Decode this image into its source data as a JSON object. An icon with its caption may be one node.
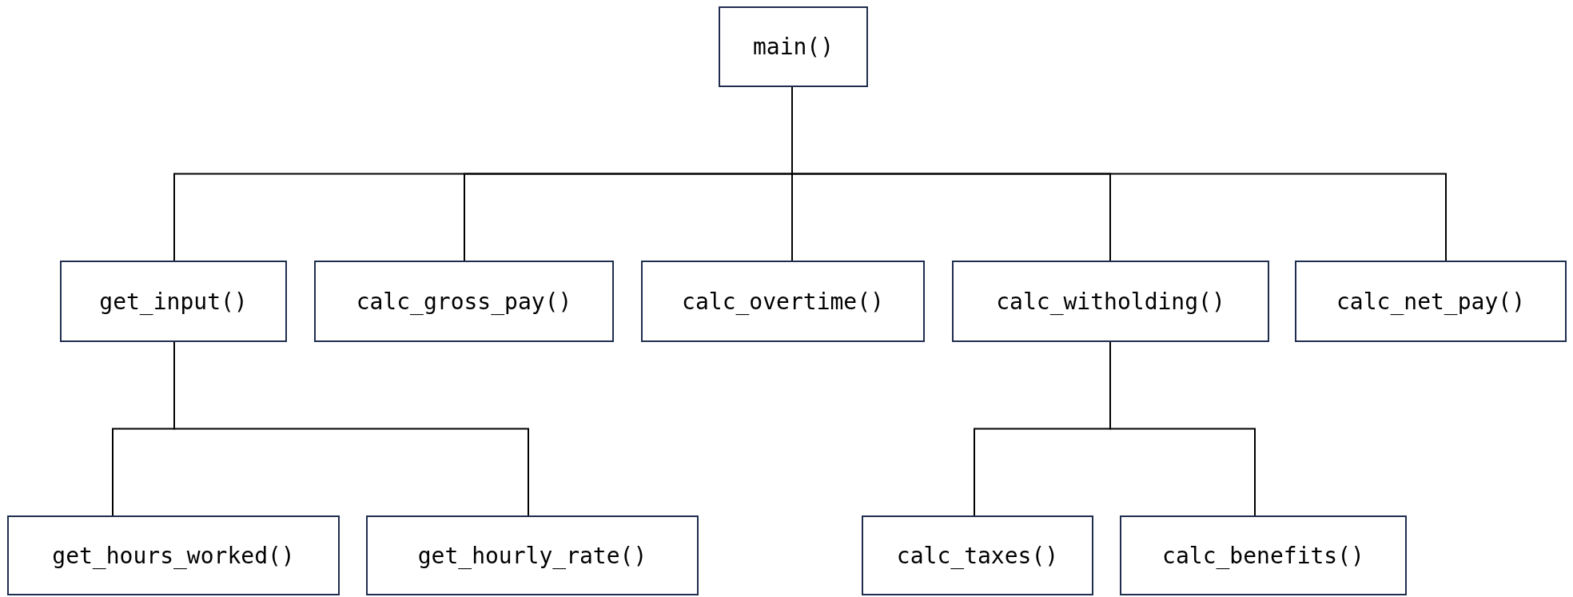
{
  "diagram": {
    "nodes": [
      {
        "text": [
          "main()"
        ]
      },
      {
        "text": [
          "get_input()"
        ]
      },
      {
        "text": [
          "calc_gross_pay()"
        ]
      },
      {
        "text": [
          "calc_overtime()"
        ]
      },
      {
        "text": [
          "calc_witholding()"
        ]
      },
      {
        "text": [
          "calc_net_pay()"
        ]
      },
      {
        "text": [
          "get_hours_worked()"
        ]
      },
      {
        "text": [
          "get_hourly_rate()"
        ]
      },
      {
        "text": [
          "calc_taxes()"
        ]
      },
      {
        "text": [
          "calc_benefits()"
        ]
      }
    ],
    "edges": [
      {
        "from": 0,
        "to": 1,
        "arrow": "none"
      },
      {
        "from": 0,
        "to": 2,
        "arrow": "none"
      },
      {
        "from": 0,
        "to": 3,
        "arrow": "none"
      },
      {
        "from": 0,
        "to": 4,
        "arrow": "none"
      },
      {
        "from": 0,
        "to": 5,
        "arrow": "none"
      },
      {
        "from": 1,
        "to": 6,
        "arrow": "none"
      },
      {
        "from": 1,
        "to": 7,
        "arrow": "none"
      },
      {
        "from": 4,
        "to": 8,
        "arrow": "none"
      },
      {
        "from": 4,
        "to": 9,
        "arrow": "none"
      }
    ]
  }
}
